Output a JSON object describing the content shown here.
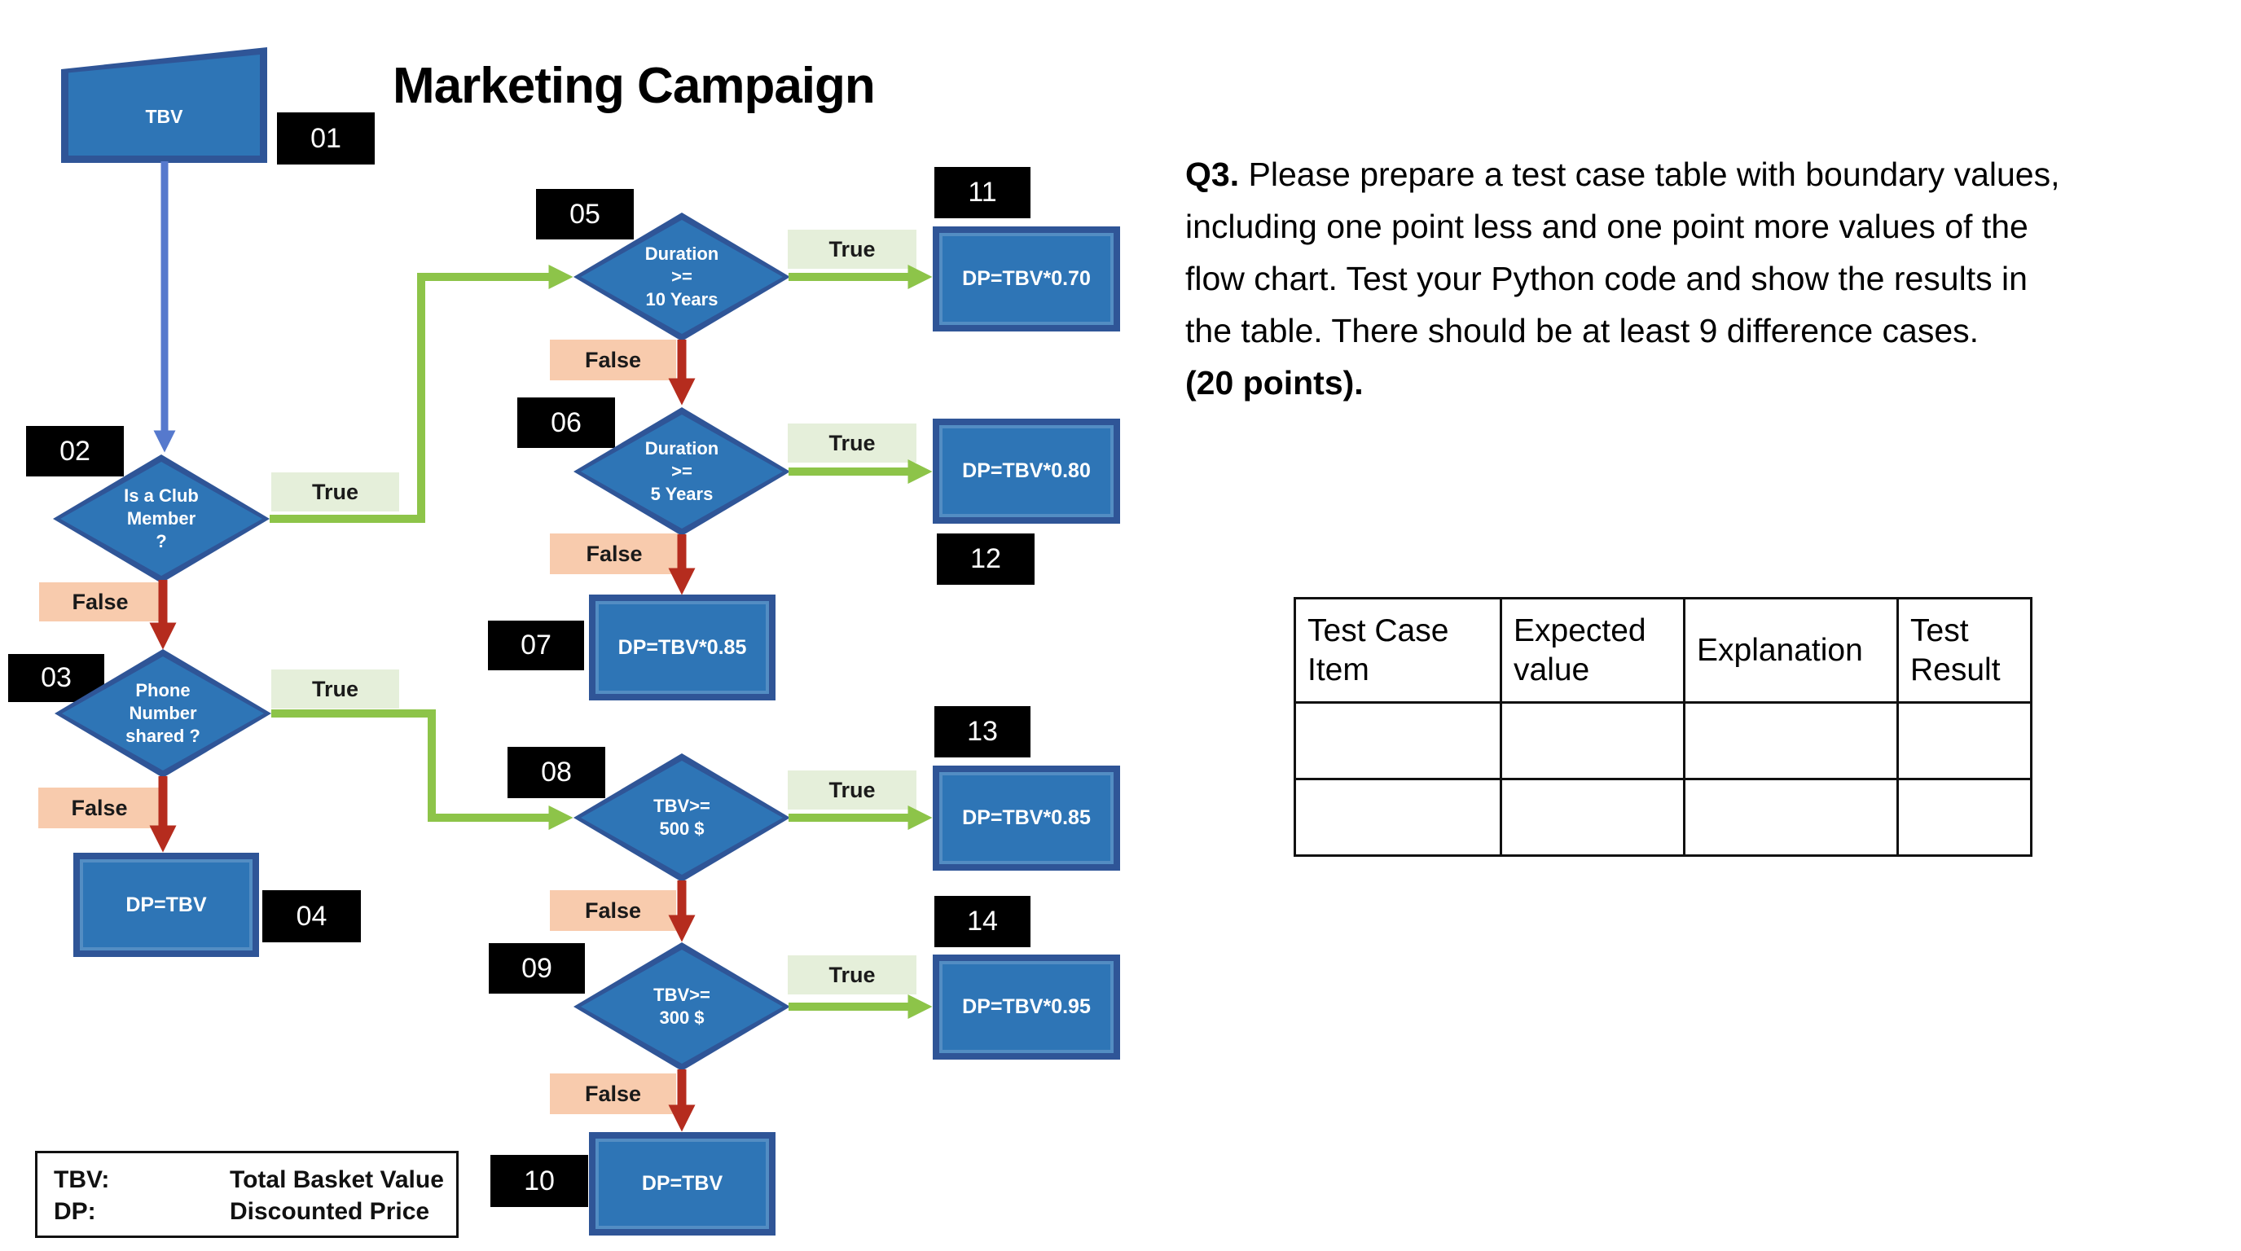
{
  "title": "Marketing Campaign",
  "question": {
    "prefix": "Q3.",
    "line1": " Please prepare a test case table with boundary values,",
    "line2": "including one point less and one point more values of the",
    "line3": "flow chart. Test your Python code and show the results in",
    "line4": "the table. There should be at least 9 difference cases.",
    "points": "(20 points)."
  },
  "table": {
    "headers": [
      "Test Case Item",
      "Expected value",
      "Explanation",
      "Test Result"
    ],
    "empty_row_count": 2
  },
  "legend": {
    "rows": [
      {
        "term": "TBV:",
        "definition": "Total Basket Value"
      },
      {
        "term": "DP:",
        "definition": "Discounted Price"
      }
    ]
  },
  "flow": {
    "start": {
      "label": "TBV"
    },
    "labels": {
      "true": "True",
      "false": "False"
    },
    "decisions": {
      "club": {
        "lines": [
          "Is a Club",
          "Member",
          "?"
        ]
      },
      "phone": {
        "lines": [
          "Phone",
          "Number",
          "shared ?"
        ]
      },
      "dur10": {
        "lines": [
          "Duration",
          ">=",
          "10 Years"
        ]
      },
      "dur5": {
        "lines": [
          "Duration",
          ">=",
          "5 Years"
        ]
      },
      "tbv500": {
        "lines": [
          "TBV>=",
          "500 $"
        ]
      },
      "tbv300": {
        "lines": [
          "TBV>=",
          "300 $"
        ]
      }
    },
    "processes": {
      "p04": "DP=TBV",
      "p07": "DP=TBV*0.85",
      "p10": "DP=TBV",
      "p11": "DP=TBV*0.70",
      "p12": "DP=TBV*0.80",
      "p13": "DP=TBV*0.85",
      "p14": "DP=TBV*0.95"
    },
    "tags": {
      "t01": "01",
      "t02": "02",
      "t03": "03",
      "t04": "04",
      "t05": "05",
      "t06": "06",
      "t07": "07",
      "t08": "08",
      "t09": "09",
      "t10": "10",
      "t11": "11",
      "t12": "12",
      "t13": "13",
      "t14": "14"
    }
  },
  "colors": {
    "node_fill": "#2E75B6",
    "node_border": "#2F5597",
    "true_label_bg": "#E5EFDA",
    "false_label_bg": "#F8CBAD",
    "green_arrow": "#8DC449",
    "red_arrow": "#B52C1E",
    "blue_arrow": "#5679CD",
    "tag_bg": "#000000"
  }
}
